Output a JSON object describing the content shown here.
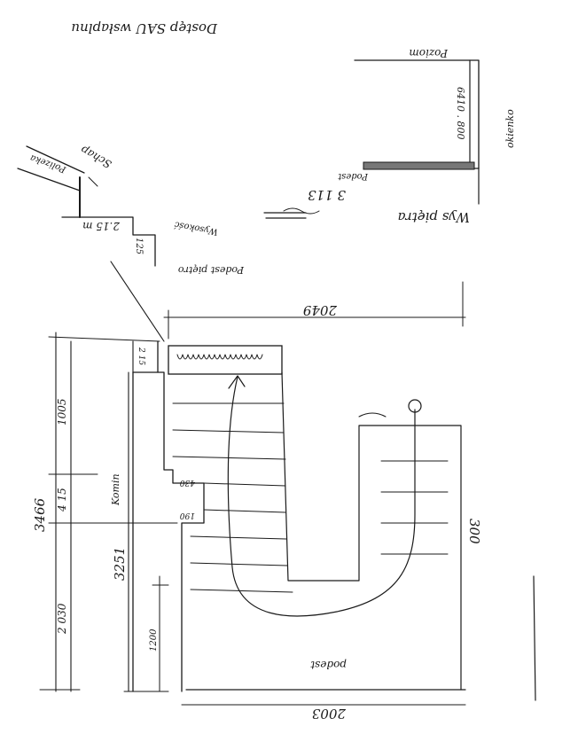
{
  "labels": {
    "header_note": "Dostęp SAU wsłaplnu",
    "landing_left": "Polizeka",
    "landing_left_sub": "Schap",
    "landing_top": "Poziom",
    "height_right": "6410 . 800",
    "side_right": "okienko",
    "height_top_left": "2.15 m",
    "pos_label": "Wysokość",
    "dim_125": "125",
    "wys_pietra": "Wys piętra",
    "dim_3113": "3 113",
    "podest_small": "Podest",
    "podest_pietro": "Podest piętro",
    "top_width": "2049",
    "total_h": "3466",
    "dim_1005": "1005",
    "dim_415": "4 15",
    "dim_2030": "2 030",
    "komin": "Komin",
    "dim_3251": "3251",
    "dim_430": "430",
    "dim_190": "190",
    "dim_1200": "1200",
    "dim_215": "2 15",
    "right_300": "300",
    "podest_bottom": "podest",
    "bottom_width": "2003"
  }
}
